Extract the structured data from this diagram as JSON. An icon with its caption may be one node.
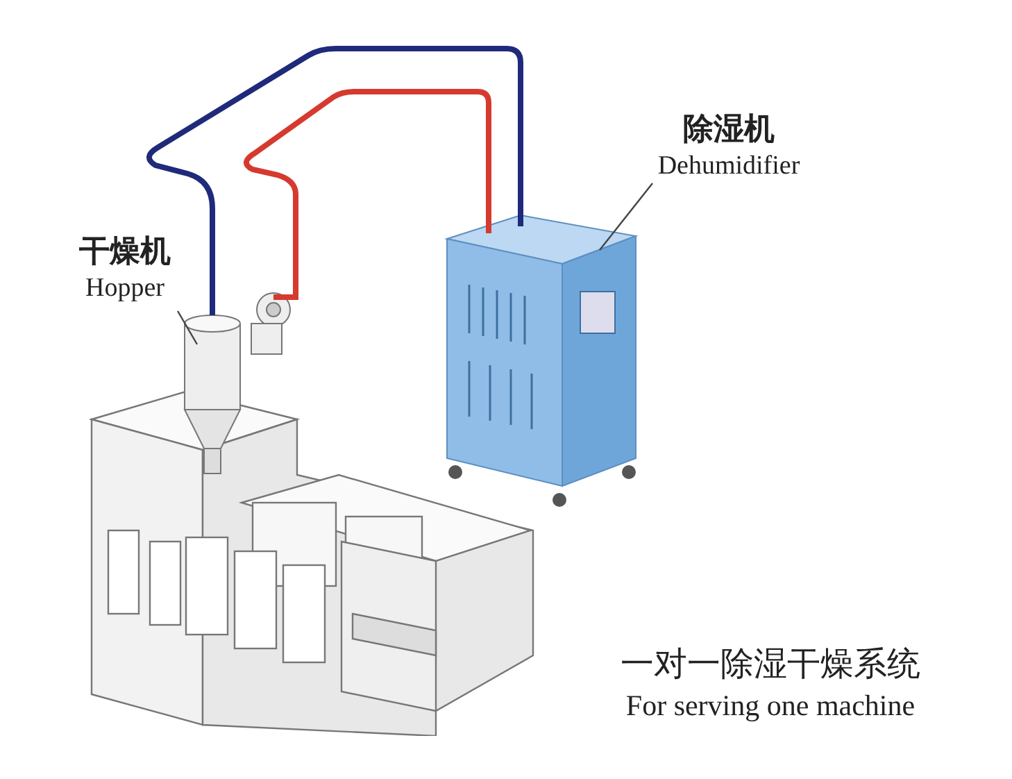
{
  "diagram": {
    "caption": "一对一除湿干燥系统 For serving one machine",
    "nodes": [
      {
        "text": [
          "除湿机",
          "Dehumidifier"
        ]
      },
      {
        "text": [],
        "shape": "picture"
      },
      {
        "text": [
          "干燥机",
          "Hopper"
        ]
      },
      {
        "text": [],
        "shape": "picture"
      }
    ],
    "edges": [
      {
        "from": 0,
        "to": 3,
        "arrow": "none"
      },
      {
        "from": 2,
        "to": 1,
        "arrow": "none"
      },
      {
        "from": 1,
        "to": 3,
        "arrow": "none",
        "color": "#1f2a7a",
        "style": "thick"
      },
      {
        "from": 1,
        "to": 3,
        "arrow": "none",
        "color": "#d63a2e",
        "style": "thick"
      }
    ]
  }
}
